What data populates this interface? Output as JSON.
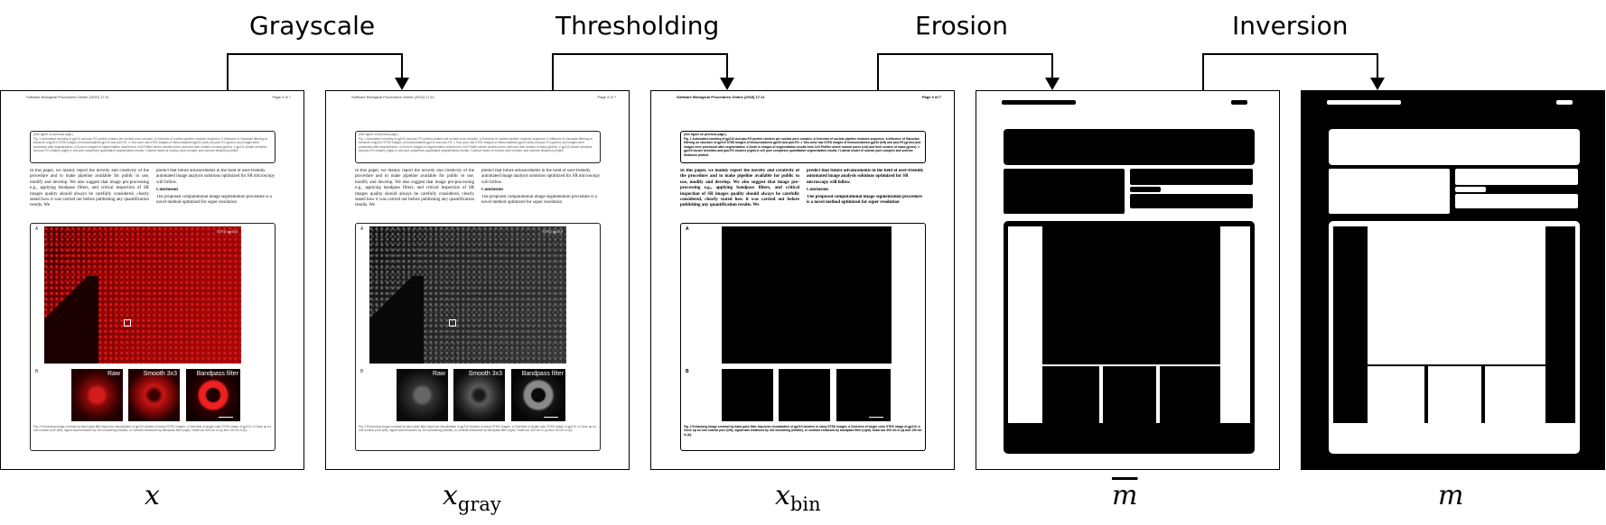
{
  "steps": [
    "Grayscale",
    "Thresholding",
    "Erosion",
    "Inversion"
  ],
  "var_labels": {
    "x": "x",
    "x_gray_base": "x",
    "x_gray_sub": "gray",
    "x_bin_base": "x",
    "x_bin_sub": "bin",
    "m_bar": "m",
    "m": "m"
  },
  "page": {
    "header_left": "Software Biological Procedures Online (2015) 17:11",
    "header_right": "Page 3 of 7",
    "box_caption_title": "(See figure on previous page.)",
    "box_caption_body": "Fig. 1 Automated counting of gp210 and pan-FG protein clusters per nuclear pore complex. a Overview of nuclear pipeline modules sequence. b Influence of Gaussian filtering on structure of gp210 STED images of immunostained gp210 and pan-FG. c Two-color raw STED images of immunostained gp210 (left) and pan-FG (green) and images were processed after segmentation. d Zoom in images of segmentation results from Cell Profiler where nuclear pores (red) and their centers of mass (green). e gp210 cluster densities and pan-FG clusters (right) in cell pore complexes quantitative segmentation results. f Lateral model of nuclear pore complex and scheme distances plotted.",
    "para_left": "In this paper, we mainly report the novelty and creativity of the procedure and to make pipeline available for public to use, modify and develop. We also suggest that image pre-processing e.g., applying bandpass filters, and critical inspection of SR images quality should always be carefully considered, clearly stated how it was carried out before publishing any quantification results. We",
    "para_right_1": "predict that future advancements in the field of user-friendly automated image analysis solutions optimized for SR microscopy will follow.",
    "conclusion_heading": "Conclusion",
    "para_right_2": "The proposed computational image segmentation procedure is a novel method optimized for super resolution",
    "fig_label_a": "A",
    "fig_label_b": "B",
    "scale_text": "STED gp210",
    "panel_labels": [
      "Raw",
      "Smooth 3x3",
      "Bandpass filter"
    ],
    "fig_caption": "Fig. 2 Enhancing image contrast by band pass filter improves visualization of gp210 clusters in many STED images. a Overview of single color STED image of gp210. b Close up on one nuclear pore (left), signal was enhanced by 3x3 smoothing (middle), or contrast enhanced by bandpass filter (right). Scale bar 300 nm in (a) and 100 nm in (b)."
  },
  "colors": {
    "stroke": "#000000",
    "paper": "#ffffff",
    "red_dark": "#2a0000",
    "red_bright": "#d01010",
    "gray_dark": "#111111"
  }
}
